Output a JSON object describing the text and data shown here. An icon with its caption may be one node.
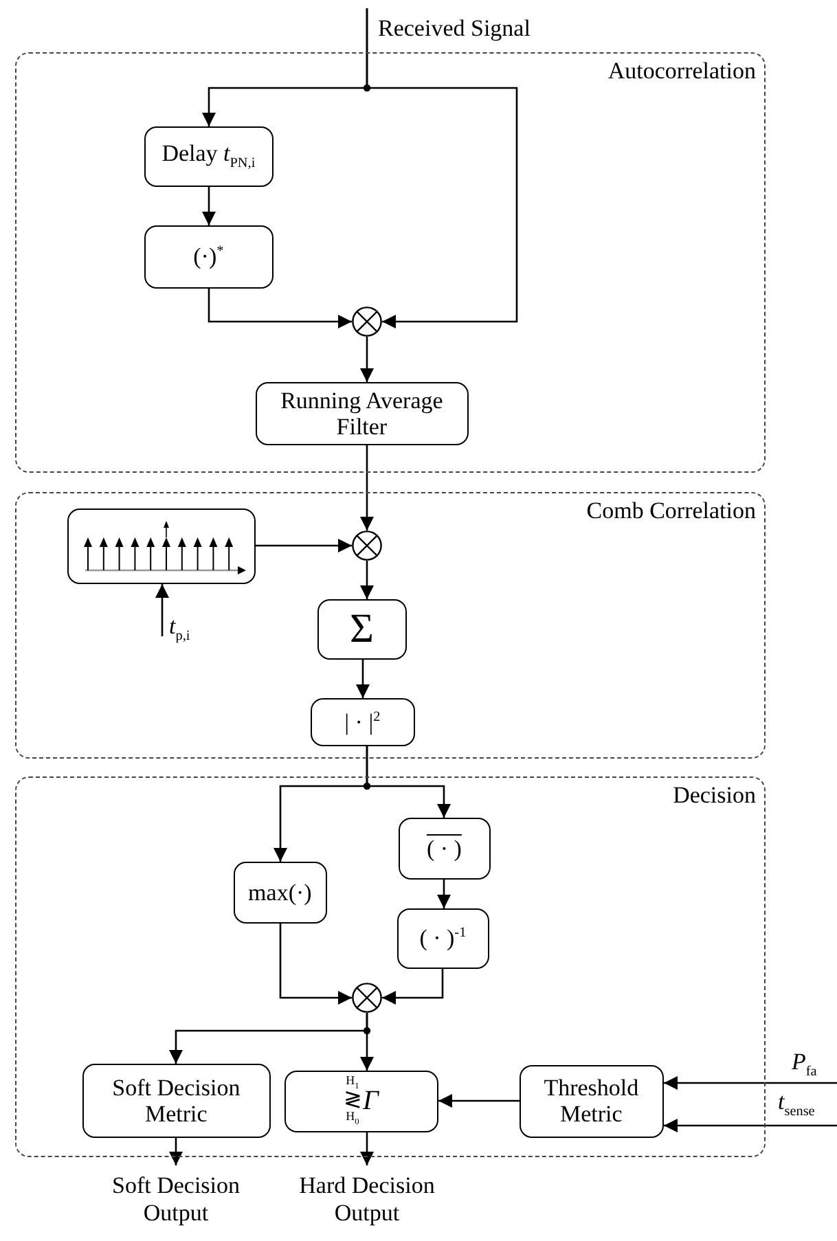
{
  "diagram": {
    "nodes": [
      {
        "text": [
          "Received Signal"
        ]
      },
      {
        "text": [
          "Autocorrelation"
        ]
      },
      {
        "text": [
          "Delay *t*$_{PN,i}$"
        ],
        "in": 1
      },
      {
        "text": [
          "(·)$^{*}$"
        ],
        "in": 1
      },
      {
        "text": [],
        "shape": "circle",
        "in": 1
      },
      {
        "text": [
          "Running Average Filter"
        ],
        "in": 1
      },
      {
        "text": [
          "Comb Correlation"
        ]
      },
      {
        "text": [],
        "shape": "box",
        "in": 6
      },
      {
        "text": [],
        "shape": "circle",
        "in": 6
      },
      {
        "text": [
          "Σ"
        ],
        "in": 6
      },
      {
        "text": [
          "| · |$^{2}$"
        ],
        "in": 6
      },
      {
        "text": [
          "Decision"
        ]
      },
      {
        "text": [
          "( · )"
        ],
        "in": 11
      },
      {
        "text": [
          "max(·)"
        ],
        "in": 11
      },
      {
        "text": [
          "( · )$^{-1}$"
        ],
        "in": 11
      },
      {
        "text": [],
        "shape": "circle",
        "in": 11
      },
      {
        "text": [
          "Soft Decision Metric"
        ],
        "in": 11
      },
      {
        "text": [
          "H$_{1}$",
          "≷",
          "H$_{0}$",
          "Γ"
        ],
        "in": 11
      },
      {
        "text": [
          "Threshold Metric"
        ],
        "in": 11
      },
      {
        "text": [
          "Soft Decision Output"
        ]
      },
      {
        "text": [
          "Hard Decision Output"
        ]
      }
    ],
    "edges": [
      {
        "from": 0,
        "to": 2,
        "arrow": "to"
      },
      {
        "from": 0,
        "to": 4,
        "arrow": "to"
      },
      {
        "from": 2,
        "to": 3,
        "arrow": "to"
      },
      {
        "from": 3,
        "to": 4,
        "arrow": "to"
      },
      {
        "from": 4,
        "to": 5,
        "arrow": "to"
      },
      {
        "from": 5,
        "to": 8,
        "arrow": "to"
      },
      {
        "from": 7,
        "to": 8,
        "arrow": "to"
      },
      {
        "from": null,
        "to": 7,
        "arrow": "to",
        "label": "*t*$_{p,i}$"
      },
      {
        "from": 8,
        "to": 9,
        "arrow": "to"
      },
      {
        "from": 9,
        "to": 10,
        "arrow": "to"
      },
      {
        "from": 10,
        "to": 12,
        "arrow": "to"
      },
      {
        "from": 10,
        "to": 13,
        "arrow": "to"
      },
      {
        "from": 13,
        "to": 15,
        "arrow": "to"
      },
      {
        "from": 14,
        "to": 15,
        "arrow": "to"
      },
      {
        "from": 12,
        "to": 14,
        "arrow": "to"
      },
      {
        "from": 15,
        "to": 16,
        "arrow": "to"
      },
      {
        "from": 15,
        "to": 17,
        "arrow": "to"
      },
      {
        "from": 18,
        "to": 17,
        "arrow": "to"
      },
      {
        "from": null,
        "to": 18,
        "arrow": "to",
        "label": "*P*$_{fa}$"
      },
      {
        "from": null,
        "to": 18,
        "arrow": "to",
        "label": "*t*$_{sense}$"
      },
      {
        "from": 16,
        "to": 19,
        "arrow": "to"
      },
      {
        "from": 17,
        "to": 20,
        "arrow": "to"
      }
    ]
  }
}
